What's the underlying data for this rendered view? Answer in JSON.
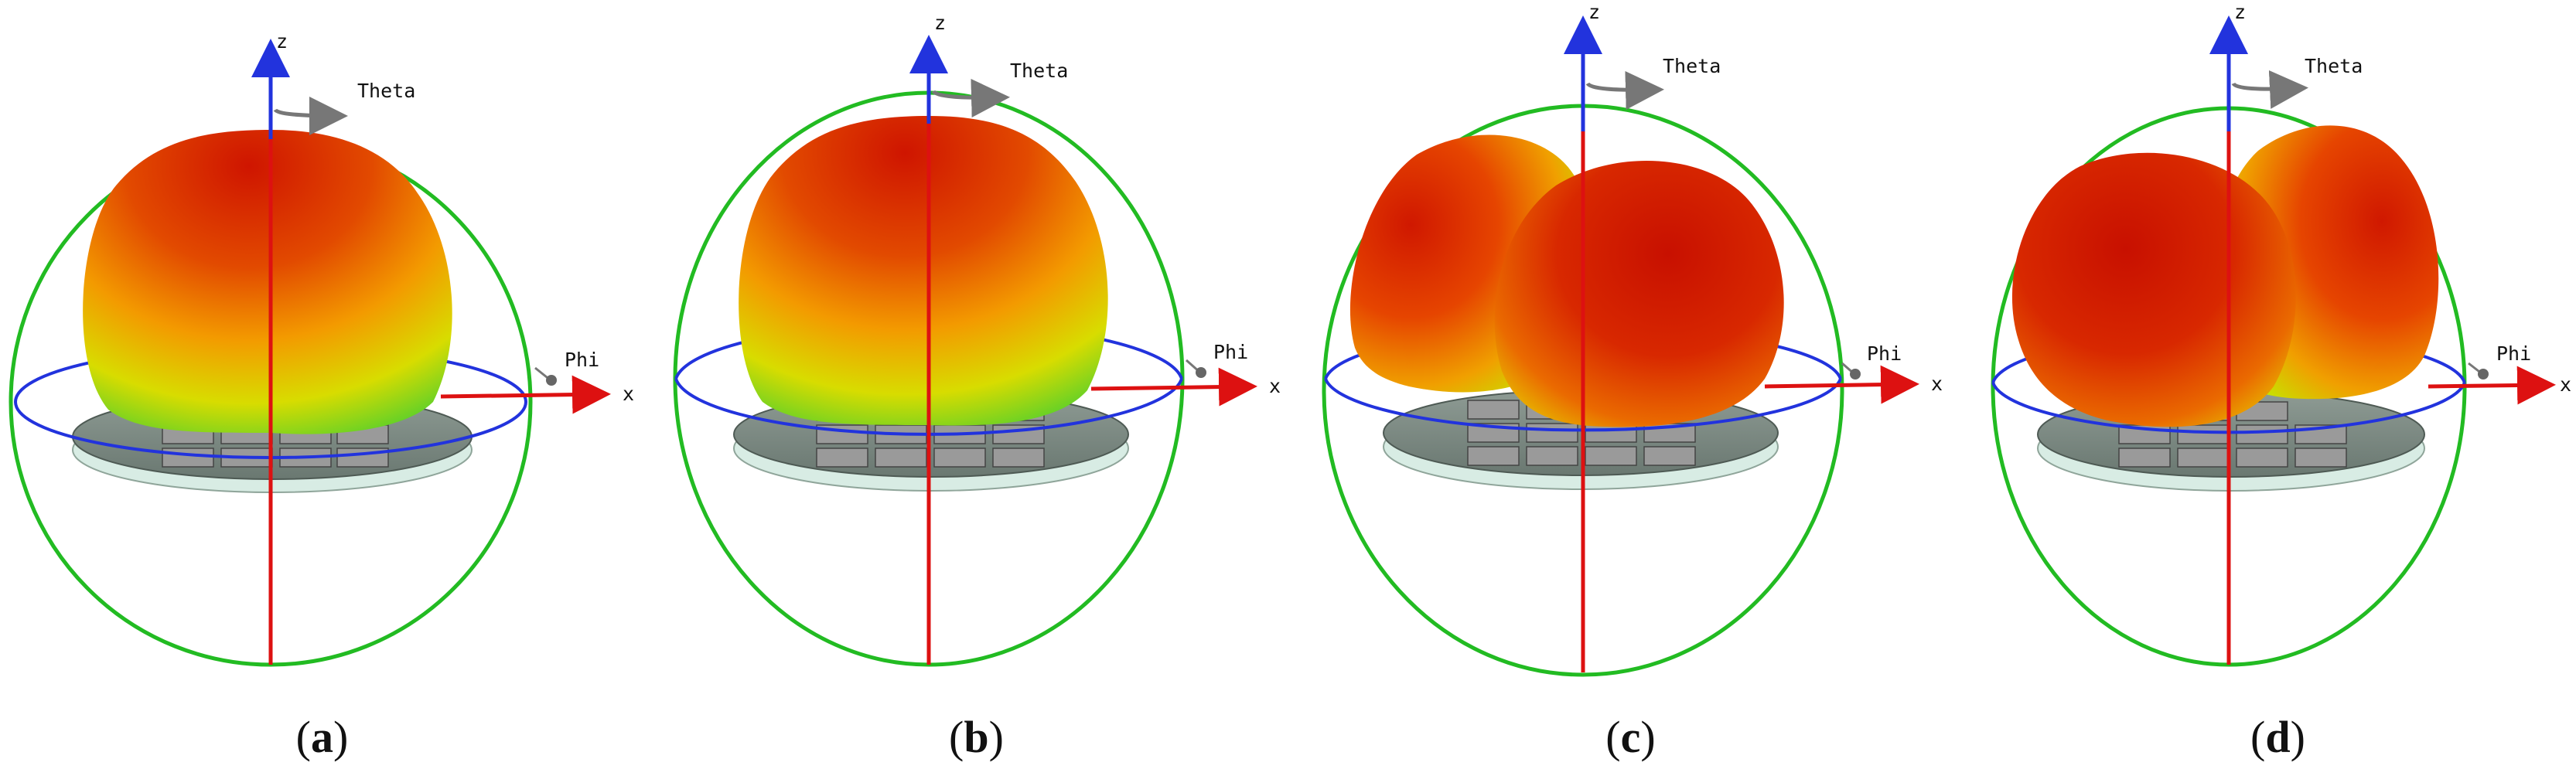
{
  "panels": [
    {
      "id": "a",
      "caption_open": "(",
      "caption_letter": "a",
      "caption_close": ")",
      "axis_z": "z",
      "axis_x": "x",
      "theta_label": "Theta",
      "phi_label": "Phi",
      "pattern": "single-lobe-broadside"
    },
    {
      "id": "b",
      "caption_open": "(",
      "caption_letter": "b",
      "caption_close": ")",
      "axis_z": "z",
      "axis_x": "x",
      "theta_label": "Theta",
      "phi_label": "Phi",
      "pattern": "single-lobe-broadside"
    },
    {
      "id": "c",
      "caption_open": "(",
      "caption_letter": "c",
      "caption_close": ")",
      "axis_z": "z",
      "axis_x": "x",
      "theta_label": "Theta",
      "phi_label": "Phi",
      "pattern": "dual-lobe"
    },
    {
      "id": "d",
      "caption_open": "(",
      "caption_letter": "d",
      "caption_close": ")",
      "axis_z": "z",
      "axis_x": "x",
      "theta_label": "Theta",
      "phi_label": "Phi",
      "pattern": "dual-lobe-mirrored"
    }
  ],
  "colors": {
    "z_axis": "#2233dd",
    "x_axis": "#dd1111",
    "theta_circle": "#22bb22",
    "phi_circle": "#2233dd",
    "lobe_peak": "#d01a00",
    "lobe_mid": "#f07a00",
    "lobe_low": "#c8e000",
    "lobe_edge": "#30d020",
    "ground": "#7d8c85",
    "patch": "#9a9a9a"
  }
}
